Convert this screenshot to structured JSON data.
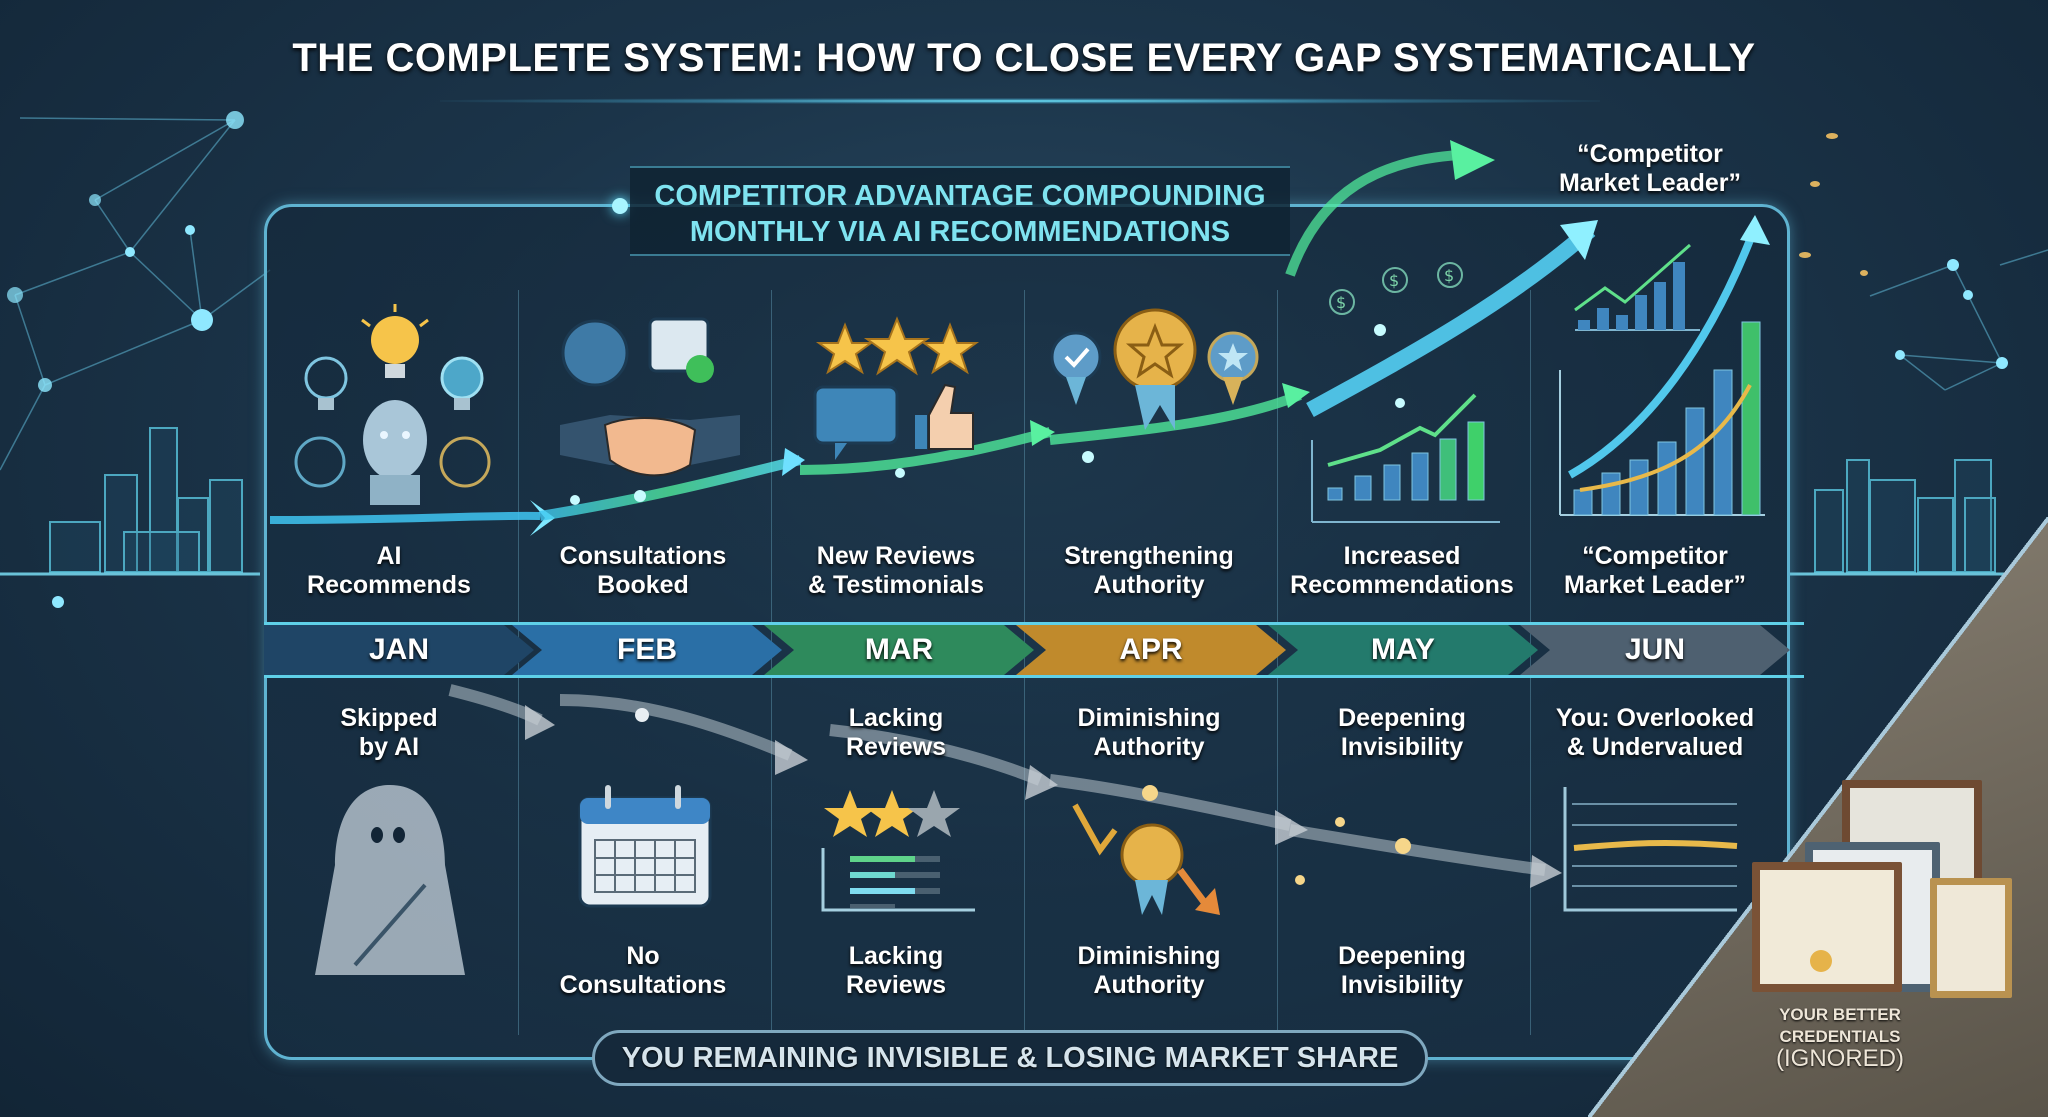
{
  "title": "THE COMPLETE SYSTEM: HOW TO CLOSE EVERY GAP SYSTEMATICALLY",
  "subtitle": {
    "line1": "COMPETITOR ADVANTAGE COMPOUNDING",
    "line2": "MONTHLY VIA AI RECOMMENDATIONS"
  },
  "top_right_callout": {
    "line1": "“Competitor",
    "line2": "Market Leader”"
  },
  "timeline": {
    "months": [
      {
        "label": "JAN",
        "color": "#1f4566"
      },
      {
        "label": "FEB",
        "color": "#2a6fa6"
      },
      {
        "label": "MAR",
        "color": "#2e8a5c"
      },
      {
        "label": "APR",
        "color": "#c08a2c"
      },
      {
        "label": "MAY",
        "color": "#237a6c"
      },
      {
        "label": "JUN",
        "color": "#4e6070"
      }
    ]
  },
  "competitor_track": [
    {
      "line1": "AI",
      "line2": "Recommends",
      "icon": "ai-lightbulb-icon"
    },
    {
      "line1": "Consultations",
      "line2": "Booked",
      "icon": "handshake-icon"
    },
    {
      "line1": "New Reviews",
      "line2": "& Testimonials",
      "icon": "stars-thumbs-up-icon"
    },
    {
      "line1": "Strengthening",
      "line2": "Authority",
      "icon": "award-badges-icon"
    },
    {
      "line1": "Increased",
      "line2": "Recommendations",
      "icon": "growth-chart-icon"
    },
    {
      "line1": "“Competitor",
      "line2": "Market Leader”",
      "icon": "bar-chart-rising-icon"
    }
  ],
  "you_track_upper": [
    {
      "line1": "Skipped",
      "line2": "by AI"
    },
    {
      "line1": "",
      "line2": ""
    },
    {
      "line1": "Lacking",
      "line2": "Reviews"
    },
    {
      "line1": "Diminishing",
      "line2": "Authority"
    },
    {
      "line1": "Deepening",
      "line2": "Invisibility"
    },
    {
      "line1": "You: Overlooked",
      "line2": "& Undervalued"
    }
  ],
  "you_track_lower": [
    {
      "line1": "",
      "line2": "",
      "icon": "ghost-icon"
    },
    {
      "line1": "No",
      "line2": "Consultations",
      "icon": "empty-calendar-icon"
    },
    {
      "line1": "Lacking",
      "line2": "Reviews",
      "icon": "two-star-rating-icon"
    },
    {
      "line1": "Diminishing",
      "line2": "Authority",
      "icon": "declining-award-icon"
    },
    {
      "line1": "Deepening",
      "line2": "Invisibility",
      "icon": ""
    },
    {
      "line1": "",
      "line2": "",
      "icon": "flat-line-chart-icon"
    }
  ],
  "bottom_banner": "YOU REMAINING INVISIBLE & LOSING MARKET SHARE",
  "corner_caption": {
    "line1": "YOUR BETTER",
    "line2": "CREDENTIALS",
    "line3": "(IGNORED)"
  },
  "colors": {
    "frame": "#5fb3d1",
    "subtitle": "#7fe3f0",
    "competitor_arrow": "#4fe0ff",
    "you_arrow": "#c8ced4",
    "gold": "#f2b83a"
  }
}
